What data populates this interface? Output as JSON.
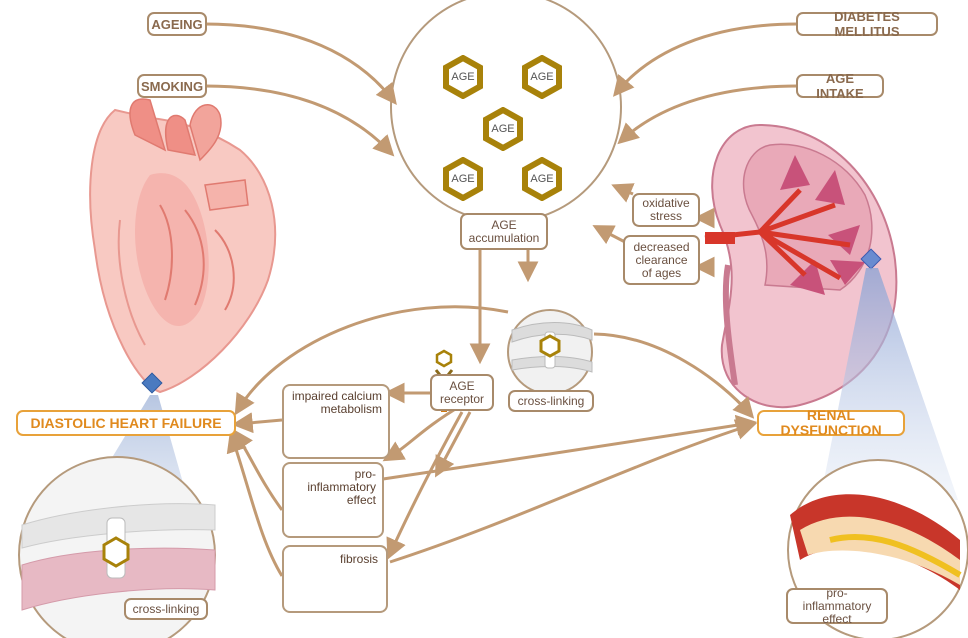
{
  "factors": {
    "ageing": "AGEING",
    "smoking": "SMOKING",
    "diabetes": "DIABETES MELLITUS",
    "age_intake": "AGE INTAKE"
  },
  "age_cluster": {
    "molecule_label": "AGE",
    "molecules": [
      "AGE",
      "AGE",
      "AGE",
      "AGE",
      "AGE"
    ]
  },
  "nodes": {
    "accumulation": "AGE accumulation",
    "oxidative_stress": "oxidative stress",
    "decreased_clearance": "decreased clearance of ages",
    "age_receptor": "AGE receptor",
    "cross_linking_center": "cross-linking",
    "impaired_calcium": "impaired calcium metabolism",
    "pro_inflammatory": "pro-inflammatory effect",
    "fibrosis": "fibrosis",
    "diastolic_hf": "DIASTOLIC HEART FAILURE",
    "renal_dysfunction": "RENAL DYSFUNCTION",
    "cross_linking_heart": "cross-linking",
    "pro_inflammatory_kidney": "pro-inflammatory effect",
    "mini_age": "AGE"
  },
  "colors": {
    "arrow": "#c29a72",
    "label_border": "#a88a6a",
    "outcome_orange": "#e8a23a",
    "age_gold": "#a8820a",
    "heart": "#f4a7a0",
    "kidney": "#e9a9b8",
    "vessel": "#c8362a"
  }
}
